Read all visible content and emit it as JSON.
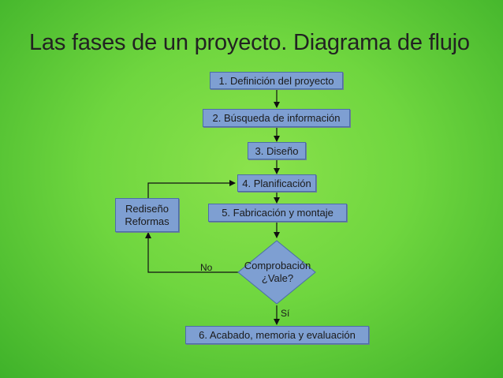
{
  "title": "Las fases de un proyecto. Diagrama de flujo",
  "nodes": {
    "step1": "1. Definición del proyecto",
    "step2": "2. Búsqueda de información",
    "step3": "3. Diseño",
    "step4": "4. Planificación",
    "step5": "5. Fabricación y montaje",
    "redesign": [
      "Rediseño",
      "Reformas"
    ],
    "decision": [
      "Comprobación",
      "¿Vale?"
    ],
    "step6": "6. Acabado, memoria y evaluación"
  },
  "edge_labels": {
    "no": "No",
    "yes": "Sí"
  }
}
